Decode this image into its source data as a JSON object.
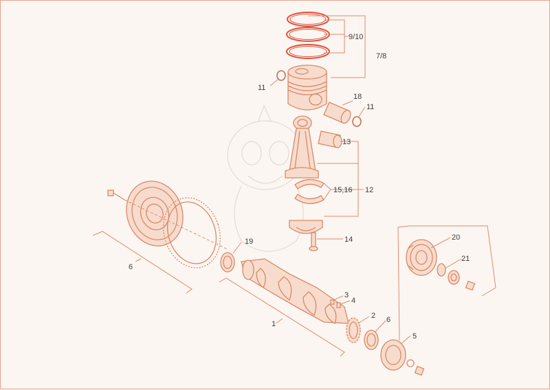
{
  "colors": {
    "part": "#d98866",
    "ring": "#e2503a",
    "leader": "#de8b6c",
    "label": "#3b3b3b",
    "background": "#fbf6f2"
  },
  "callouts": {
    "piston_rings": "9/10",
    "piston_assembly": "7/8",
    "circlip_left": "11",
    "circlip_right": "11",
    "piston_pin": "18",
    "bushing": "13",
    "bearing_shells": "15,16",
    "connecting_rod": "12",
    "rod_bolt": "14",
    "flywheel": "6",
    "seal_flywheel": "19",
    "crankshaft": "1",
    "key_3": "3",
    "key_4": "4",
    "gear": "2",
    "seal_front": "6",
    "front_cover": "5",
    "pulley": "20",
    "pulley_washer": "21"
  }
}
